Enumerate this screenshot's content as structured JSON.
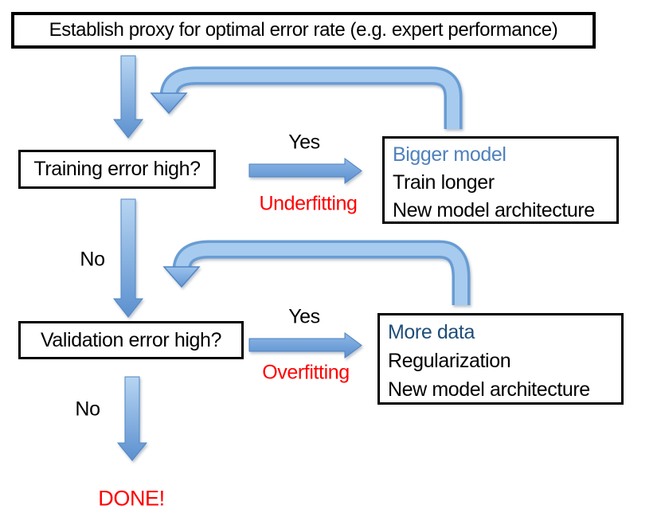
{
  "colors": {
    "accent_blue": "#4F81BD",
    "dark_blue": "#1F4E79",
    "red": "#FF0000",
    "arrow_light": "#B7D5F2",
    "arrow_dark": "#5B90CF",
    "loop_fill": "#A6CBEF",
    "loop_edge": "#699CD3",
    "box_border": "#000000"
  },
  "top_box": {
    "text": "Establish proxy for optimal error rate (e.g. expert performance)"
  },
  "branch1": {
    "question": "Training error high?",
    "yes_label": "Yes",
    "no_label": "No",
    "diagnosis": "Underfitting",
    "actions": [
      "Bigger model",
      "Train longer",
      "New model architecture"
    ]
  },
  "branch2": {
    "question": "Validation error high?",
    "yes_label": "Yes",
    "no_label": "No",
    "diagnosis": "Overfitting",
    "actions": [
      "More data",
      "Regularization",
      "New model architecture"
    ]
  },
  "done_label": "DONE!"
}
